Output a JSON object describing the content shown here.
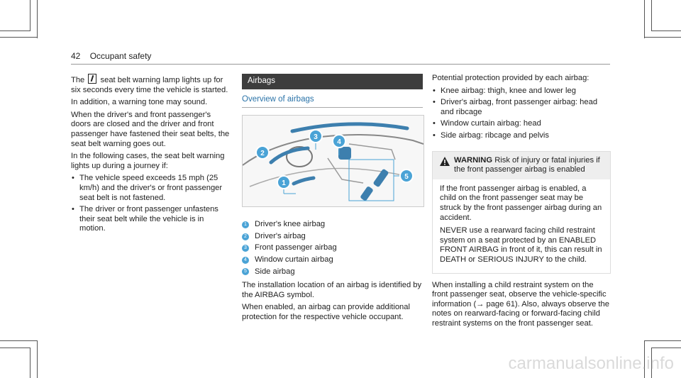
{
  "page_number": "42",
  "section_title": "Occupant safety",
  "left_column": {
    "para1_pre": "The",
    "para1_post": "seat belt warning lamp lights up for six seconds every time the vehicle is started.",
    "para2": "In addition, a warning tone may sound.",
    "para3": "When the driver's and front passenger's doors are closed and the driver and front passenger have fastened their seat belts, the seat belt warning goes out.",
    "para4": "In the following cases, the seat belt warning lights up during a journey if:",
    "bullets": [
      "The vehicle speed exceeds 15 mph (25 km/h) and the driver's or front passenger seat belt is not fastened.",
      "The driver or front passenger unfastens their seat belt while the vehicle is in motion."
    ]
  },
  "middle_column": {
    "section_heading": "Airbags",
    "subheading": "Overview of airbags",
    "legend": [
      {
        "num": "1",
        "label": "Driver's knee airbag"
      },
      {
        "num": "2",
        "label": "Driver's airbag"
      },
      {
        "num": "3",
        "label": "Front passenger airbag"
      },
      {
        "num": "4",
        "label": "Window curtain airbag"
      },
      {
        "num": "5",
        "label": "Side airbag"
      }
    ],
    "para1": "The installation location of an airbag is identified by the AIRBAG symbol.",
    "para2": "When enabled, an airbag can provide additional protection for the respective vehicle occupant."
  },
  "right_column": {
    "intro": "Potential protection provided by each airbag:",
    "bullets": [
      "Knee airbag: thigh, knee and lower leg",
      "Driver's airbag, front passenger airbag: head and ribcage",
      "Window curtain airbag: head",
      "Side airbag: ribcage and pelvis"
    ],
    "warning": {
      "label": "WARNING",
      "title": "Risk of injury or fatal injuries if the front passenger airbag is enabled",
      "body1": "If the front passenger airbag is enabled, a child on the front passenger seat may be struck by the front passenger airbag during an accident.",
      "body2": "NEVER use a rearward facing child restraint system on a seat protected by an ENABLED FRONT AIRBAG in front of it, this can result in DEATH or SERIOUS INJURY to the child."
    },
    "closing": "When installing a child restraint system on the front passenger seat, observe the vehicle-specific information (→ page 61). Also, always observe the notes on rearward-facing or forward-facing child restraint systems on the front passenger seat."
  },
  "watermark": "carmanualsonline.info",
  "colors": {
    "accent_blue": "#4aa3d6",
    "heading_blue": "#2a73a8",
    "section_bar": "#3d3d3d"
  }
}
